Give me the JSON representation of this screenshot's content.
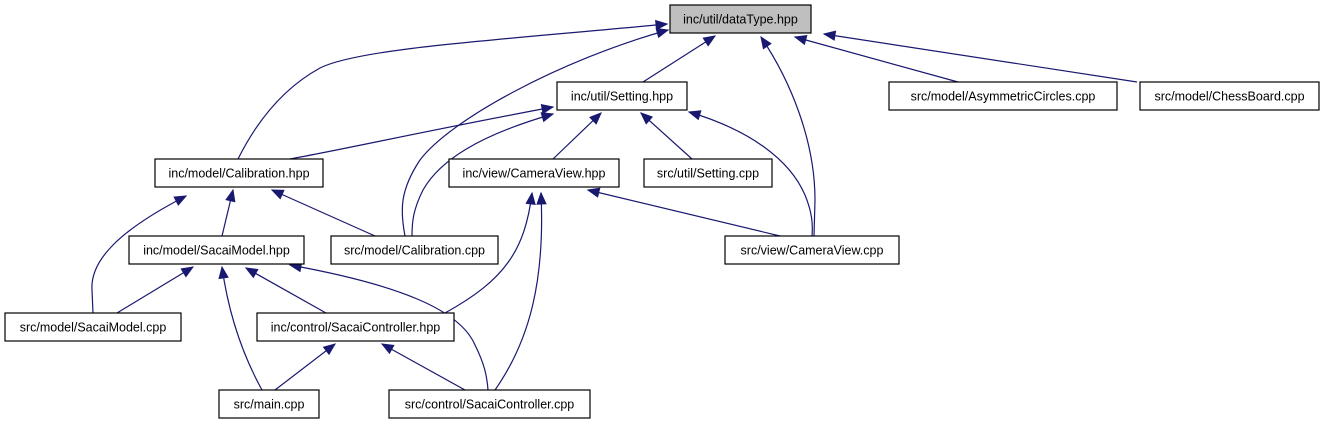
{
  "colors": {
    "edge": "#191970",
    "root_fill": "#bfbfbf",
    "node_fill": "#ffffff",
    "border": "#000000"
  },
  "nodes": [
    {
      "id": "datatype",
      "label": "inc/util/dataType.hpp",
      "root": true
    },
    {
      "id": "setting_hpp",
      "label": "inc/util/Setting.hpp"
    },
    {
      "id": "asym",
      "label": "src/model/AsymmetricCircles.cpp"
    },
    {
      "id": "chess",
      "label": "src/model/ChessBoard.cpp"
    },
    {
      "id": "calib_hpp",
      "label": "inc/model/Calibration.hpp"
    },
    {
      "id": "cameraview_hpp",
      "label": "inc/view/CameraView.hpp"
    },
    {
      "id": "setting_cpp",
      "label": "src/util/Setting.cpp"
    },
    {
      "id": "sacaimodel_hpp",
      "label": "inc/model/SacaiModel.hpp"
    },
    {
      "id": "calib_cpp",
      "label": "src/model/Calibration.cpp"
    },
    {
      "id": "cameraview_cpp",
      "label": "src/view/CameraView.cpp"
    },
    {
      "id": "sacaimodel_cpp",
      "label": "src/model/SacaiModel.cpp"
    },
    {
      "id": "controller_hpp",
      "label": "inc/control/SacaiController.hpp"
    },
    {
      "id": "main_cpp",
      "label": "src/main.cpp"
    },
    {
      "id": "controller_cpp",
      "label": "src/control/SacaiController.cpp"
    }
  ],
  "edges": [
    {
      "from": "setting_hpp",
      "to": "datatype"
    },
    {
      "from": "asym",
      "to": "datatype"
    },
    {
      "from": "chess",
      "to": "datatype"
    },
    {
      "from": "calib_hpp",
      "to": "datatype"
    },
    {
      "from": "calib_cpp",
      "to": "datatype"
    },
    {
      "from": "cameraview_cpp",
      "to": "datatype"
    },
    {
      "from": "calib_hpp",
      "to": "setting_hpp"
    },
    {
      "from": "cameraview_hpp",
      "to": "setting_hpp"
    },
    {
      "from": "setting_cpp",
      "to": "setting_hpp"
    },
    {
      "from": "calib_cpp",
      "to": "setting_hpp"
    },
    {
      "from": "cameraview_cpp",
      "to": "setting_hpp"
    },
    {
      "from": "sacaimodel_hpp",
      "to": "calib_hpp"
    },
    {
      "from": "calib_cpp",
      "to": "calib_hpp"
    },
    {
      "from": "sacaimodel_cpp",
      "to": "calib_hpp"
    },
    {
      "from": "cameraview_cpp",
      "to": "cameraview_hpp"
    },
    {
      "from": "controller_hpp",
      "to": "cameraview_hpp"
    },
    {
      "from": "controller_cpp",
      "to": "cameraview_hpp"
    },
    {
      "from": "sacaimodel_cpp",
      "to": "sacaimodel_hpp"
    },
    {
      "from": "main_cpp",
      "to": "sacaimodel_hpp"
    },
    {
      "from": "controller_hpp",
      "to": "sacaimodel_hpp"
    },
    {
      "from": "controller_cpp",
      "to": "sacaimodel_hpp"
    },
    {
      "from": "main_cpp",
      "to": "controller_hpp"
    },
    {
      "from": "controller_cpp",
      "to": "controller_hpp"
    }
  ]
}
